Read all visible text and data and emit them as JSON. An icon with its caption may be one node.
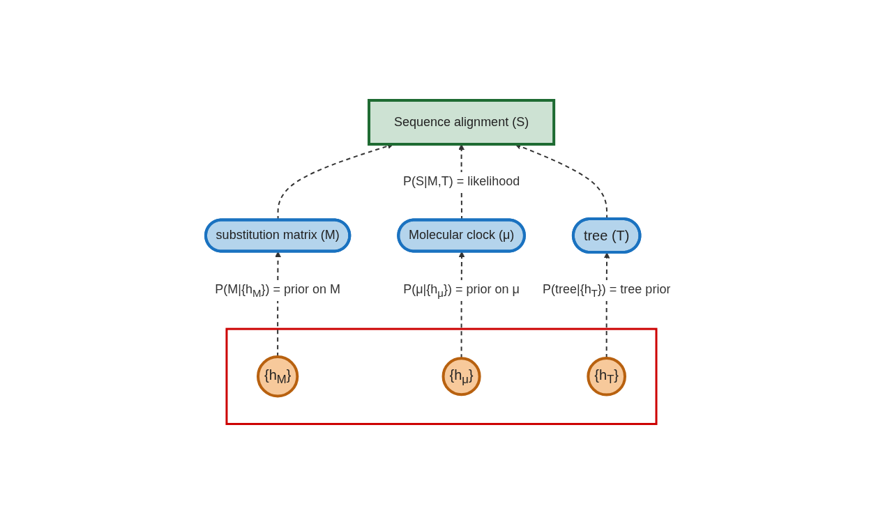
{
  "diagram": {
    "nodes": [
      {
        "text": [
          "Sequence alignment (S)"
        ]
      },
      {
        "text": [
          "substitution matrix (M)"
        ]
      },
      {
        "text": [
          "Molecular clock (μ)"
        ]
      },
      {
        "text": [
          "tree (T)"
        ]
      },
      {
        "text": [],
        "shape": "box"
      },
      {
        "text": [
          "{h$_{M}$}"
        ],
        "in": 4
      },
      {
        "text": [
          "{h$_{μ}$}"
        ],
        "in": 4
      },
      {
        "text": [
          "{h$_{T}$}"
        ],
        "in": 4
      }
    ],
    "edges": [
      {
        "from": 1,
        "to": 0,
        "arrow": "to",
        "style": "dashed"
      },
      {
        "from": 2,
        "to": 0,
        "arrow": "to",
        "style": "dashed",
        "label": "P(S|M,T) = likelihood"
      },
      {
        "from": 3,
        "to": 0,
        "arrow": "to",
        "style": "dashed"
      },
      {
        "from": 5,
        "to": 1,
        "arrow": "to",
        "style": "dashed",
        "label": "P(M|{h$_{M}$}) = prior on M"
      },
      {
        "from": 6,
        "to": 2,
        "arrow": "to",
        "style": "dashed",
        "label": "P(μ|{h$_{μ}$}) = prior on μ"
      },
      {
        "from": 7,
        "to": 3,
        "arrow": "to",
        "style": "dashed",
        "label": "P(tree|{h$_{T}$}) = tree prior"
      }
    ]
  }
}
